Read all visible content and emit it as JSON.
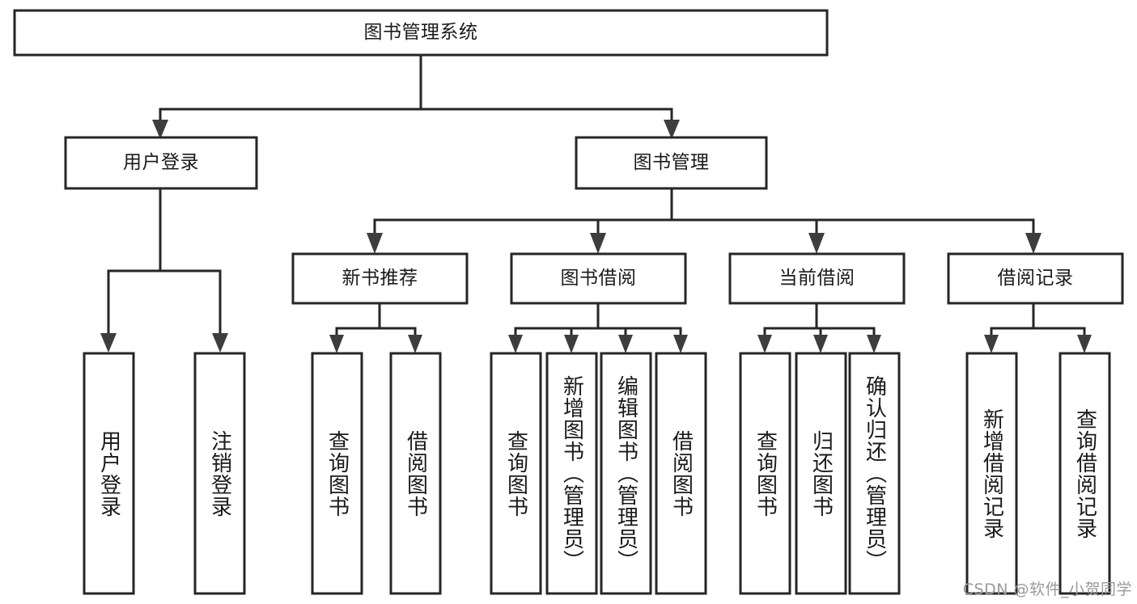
{
  "diagram": {
    "type": "tree-hierarchy",
    "title": "图书管理系统",
    "orientation": "top-down",
    "colors": {
      "box_stroke": "#262626",
      "box_fill": "#ffffff",
      "connector": "#262626",
      "text": "#1a1a1a",
      "watermark": "#9a9a9a",
      "background": "#ffffff"
    },
    "levels": {
      "root": {
        "label": "图书管理系统"
      },
      "level2": [
        {
          "id": "user-login",
          "label": "用户登录"
        },
        {
          "id": "book-management",
          "label": "图书管理"
        }
      ],
      "level3": [
        {
          "id": "new-book-recommend",
          "label": "新书推荐"
        },
        {
          "id": "book-borrow",
          "label": "图书借阅"
        },
        {
          "id": "current-borrow",
          "label": "当前借阅"
        },
        {
          "id": "borrow-record",
          "label": "借阅记录"
        }
      ],
      "leaves": {
        "user_login": [
          {
            "id": "leaf-user-login",
            "label": "用户登录"
          },
          {
            "id": "leaf-logout-login",
            "label": "注销登录"
          }
        ],
        "new_book_recommend": [
          {
            "id": "leaf-query-book-1",
            "label": "查询图书"
          },
          {
            "id": "leaf-borrow-book-1",
            "label": "借阅图书"
          }
        ],
        "book_borrow": [
          {
            "id": "leaf-query-book-2",
            "label": "查询图书"
          },
          {
            "id": "leaf-add-book",
            "label": "新增图书（管理员）"
          },
          {
            "id": "leaf-edit-book",
            "label": "编辑图书（管理员）"
          },
          {
            "id": "leaf-borrow-book-2",
            "label": "借阅图书"
          }
        ],
        "current_borrow": [
          {
            "id": "leaf-query-book-3",
            "label": "查询图书"
          },
          {
            "id": "leaf-return-book",
            "label": "归还图书"
          },
          {
            "id": "leaf-confirm-return",
            "label": "确认归还（管理员）"
          }
        ],
        "borrow_record": [
          {
            "id": "leaf-add-record",
            "label": "新增借阅记录"
          },
          {
            "id": "leaf-query-record",
            "label": "查询借阅记录"
          }
        ]
      }
    }
  },
  "watermark": {
    "text": "CSDN @软件_小贺同学"
  }
}
